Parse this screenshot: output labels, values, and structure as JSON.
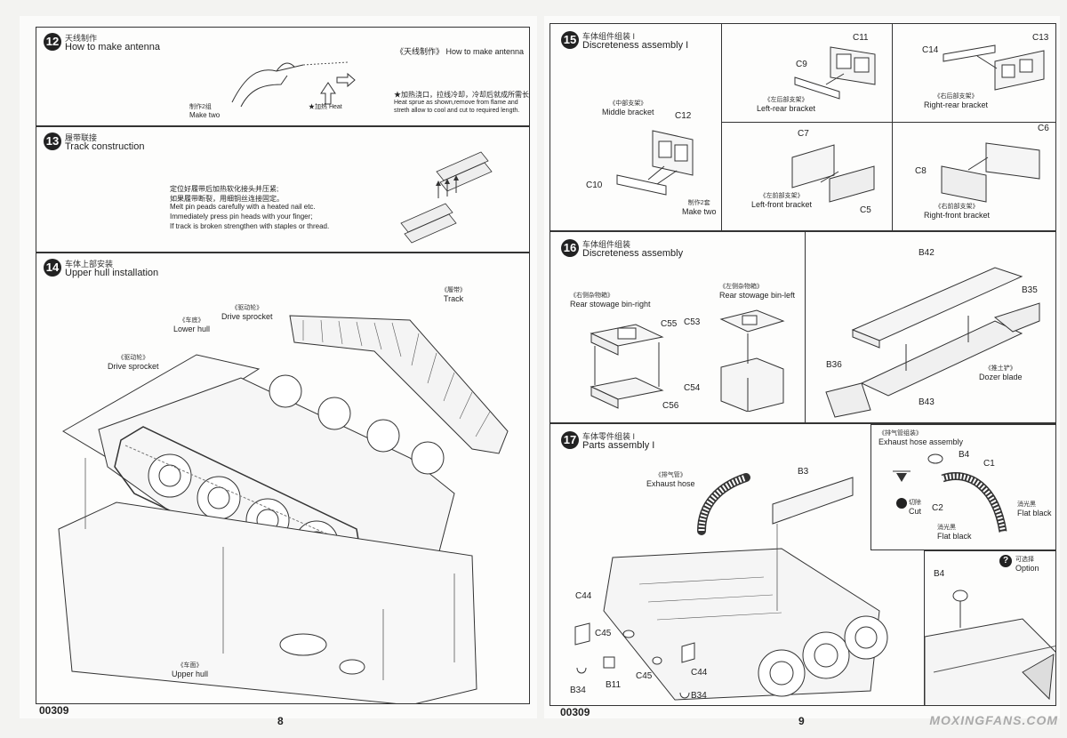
{
  "left": {
    "code": "00309",
    "page_number": "8",
    "step12": {
      "number": "12",
      "title_cn": "天线制作",
      "title_en": "How to make antenna",
      "right_title": "《天线制作》   How to make antenna",
      "make_cn": "制作2组",
      "make_en": "Make two",
      "heat_label": "★加热  Heat",
      "note_cn": "★加热浇口，拉线冷却，冷却后就成所需长度。",
      "note_en": "Heat sprue as shown,remove from flame and\nstreth allow to cool and cut to required length."
    },
    "step13": {
      "number": "13",
      "title_cn": "履带联接",
      "title_en": "Track construction",
      "note_cn": "定位好履带后加热软化接头并压紧;\n如果履带断裂，用细铜丝连接固定。",
      "note_en": "Melt pin peads carefully with a heated nail etc.\nImmediately press pin heads with your finger;\nIf track is broken strengthen with staples or thread."
    },
    "step14": {
      "number": "14",
      "title_cn": "车体上部安装",
      "title_en": "Upper hull installation",
      "labels": [
        {
          "cn": "《车底》",
          "en": "Lower hull"
        },
        {
          "cn": "《驱动轮》",
          "en": "Drive sprocket"
        },
        {
          "cn": "《驱动轮》",
          "en": "Drive sprocket"
        },
        {
          "cn": "《履带》",
          "en": "Track"
        },
        {
          "cn": "《车面》",
          "en": "Upper hull"
        }
      ]
    }
  },
  "right": {
    "code": "00309",
    "page_number": "9",
    "step15": {
      "number": "15",
      "title_cn": "车体组件组装 I",
      "title_en": "Discreteness assembly I",
      "make_cn": "制作2套",
      "make_en": "Make two",
      "brackets": [
        {
          "cn": "《中部支架》",
          "en": "Middle bracket",
          "parts": [
            "C12",
            "C10"
          ]
        },
        {
          "cn": "《左后部支架》",
          "en": "Left-rear bracket",
          "parts": [
            "C11",
            "C9"
          ]
        },
        {
          "cn": "《右后部支架》",
          "en": "Right-rear bracket",
          "parts": [
            "C14",
            "C13"
          ]
        },
        {
          "cn": "《左前部支架》",
          "en": "Left-front bracket",
          "parts": [
            "C7",
            "C5"
          ]
        },
        {
          "cn": "《右前部支架》",
          "en": "Right-front bracket",
          "parts": [
            "C8",
            "C6"
          ]
        }
      ]
    },
    "step16": {
      "number": "16",
      "title_cn": "车体组件组装",
      "title_en": "Discreteness assembly",
      "bin_right": {
        "cn": "《右侧杂物箱》",
        "en": "Rear stowage bin-right",
        "parts": [
          "C55",
          "C56"
        ]
      },
      "bin_left": {
        "cn": "《左侧杂物箱》",
        "en": "Rear stowage bin-left",
        "parts": [
          "C53",
          "C54"
        ]
      },
      "dozer": {
        "cn": "《推土铲》",
        "en": "Dozer blade",
        "parts": [
          "B42",
          "B35",
          "B36",
          "B43"
        ]
      }
    },
    "step17": {
      "number": "17",
      "title_cn": "车体零件组装 I",
      "title_en": "Parts assembly I",
      "exhaust_cn": "《排气管》",
      "exhaust_en": "Exhaust hose",
      "parts": [
        "B3",
        "C44",
        "C45",
        "C45",
        "C44",
        "B34",
        "B11",
        "B34"
      ],
      "inset": {
        "title_cn": "《排气管组装》",
        "title_en": "Exhaust hose assembly",
        "parts": [
          "B4",
          "C1",
          "C2"
        ],
        "cut_cn": "切除",
        "cut_en": "Cut",
        "flat_cn": "消光黑",
        "flat_en": "Flat black"
      },
      "option": {
        "part": "B4",
        "cn": "可选择",
        "en": "Option",
        "mark": "?"
      }
    }
  },
  "watermark": "MOXINGFANS.COM",
  "colors": {
    "ink": "#222222",
    "paper": "#fbfbfa",
    "frame": "#333333"
  }
}
